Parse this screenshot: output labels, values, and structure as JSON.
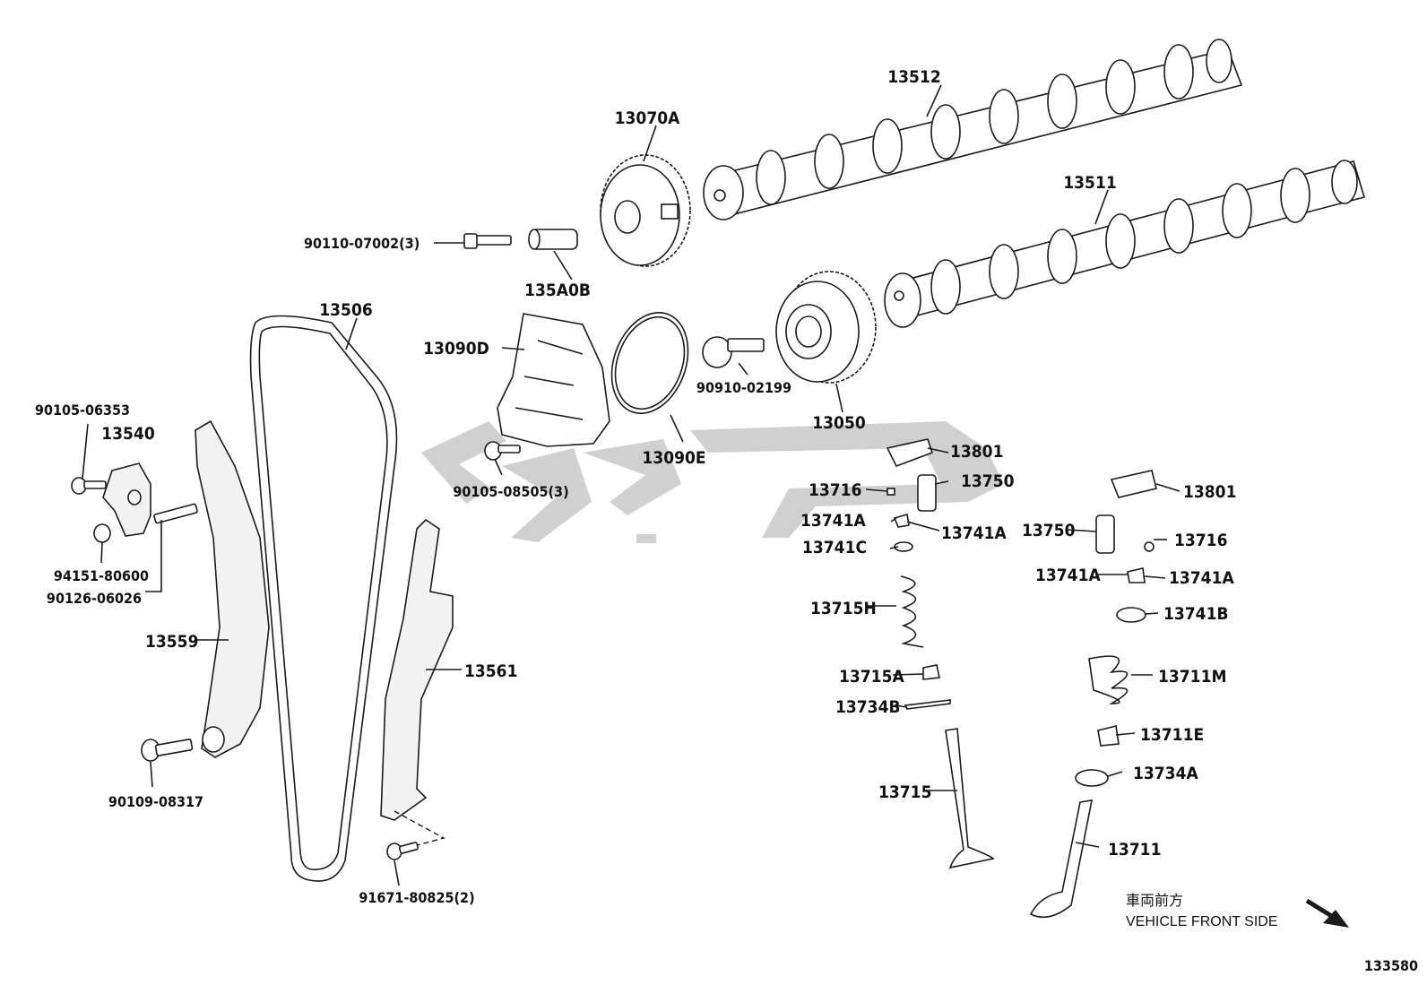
{
  "labels": {
    "p13512": "13512",
    "p13070A": "13070A",
    "p13511": "13511",
    "p90110": "90110-07002(3)",
    "p135A0B": "135A0B",
    "p13506": "13506",
    "p13090D": "13090D",
    "p90910": "90910-02199",
    "p13050": "13050",
    "p90105a": "90105-06353",
    "p13540": "13540",
    "p13090E": "13090E",
    "p90105b": "90105-08505(3)",
    "p13801a": "13801",
    "p13750a": "13750",
    "p13716a": "13716",
    "p13741Aa": "13741A",
    "p13741Ab": "13741A",
    "p13741C": "13741C",
    "p13801b": "13801",
    "p13750b": "13750",
    "p13716b": "13716",
    "p13741Ac": "13741A",
    "p13741Ad": "13741A",
    "p13741B": "13741B",
    "p94151": "94151-80600",
    "p90126": "90126-06026",
    "p13715H": "13715H",
    "p13559": "13559",
    "p13561": "13561",
    "p13711M": "13711M",
    "p13715A": "13715A",
    "p13734B": "13734B",
    "p13711E": "13711E",
    "p90109": "90109-08317",
    "p13734A": "13734A",
    "p13715": "13715",
    "p13711": "13711",
    "p91671": "91671-80825(2)"
  },
  "legend": {
    "jp": "車両前方",
    "en": "VEHICLE FRONT SIDE"
  },
  "diagram_id": "133580",
  "colors": {
    "line": "#1a1a1a",
    "watermark": "#c8c8c8"
  },
  "icons": {
    "direction": "arrow-down-right-icon"
  }
}
